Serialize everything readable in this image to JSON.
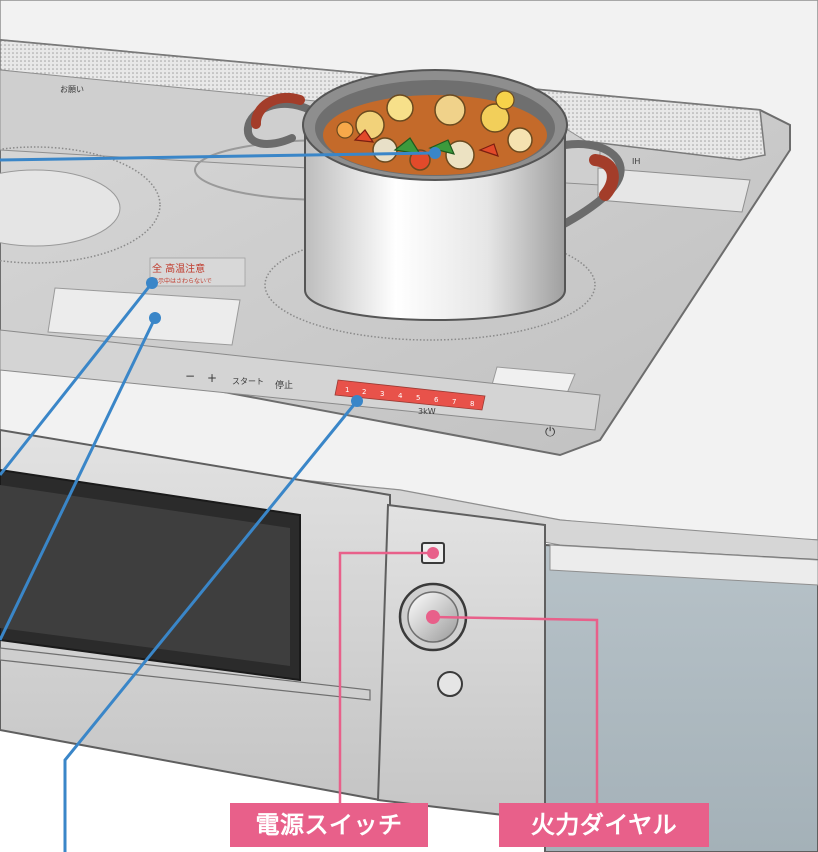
{
  "callouts": {
    "power_switch": "電源スイッチ",
    "heat_dial": "火力ダイヤル"
  },
  "panel_text": {
    "back_label": "お願い",
    "right_label": "IH",
    "warning_title": "全 高温注意",
    "warning_sub": "表示中はさわらないで",
    "scale": [
      "1",
      "2",
      "3",
      "4",
      "5",
      "6",
      "7",
      "8"
    ],
    "btn_stop": "停止",
    "btn_start": "スタート",
    "btn_minus": "−",
    "btn_plus": "+",
    "btn_3kw": "3kW",
    "btn_power_icon": "⏻"
  },
  "colors": {
    "accent_pink": "#e8608a",
    "leader_blue": "#3a86c8",
    "glass_top": "#cbcbcb",
    "pot_handle": "#a33d2a"
  }
}
